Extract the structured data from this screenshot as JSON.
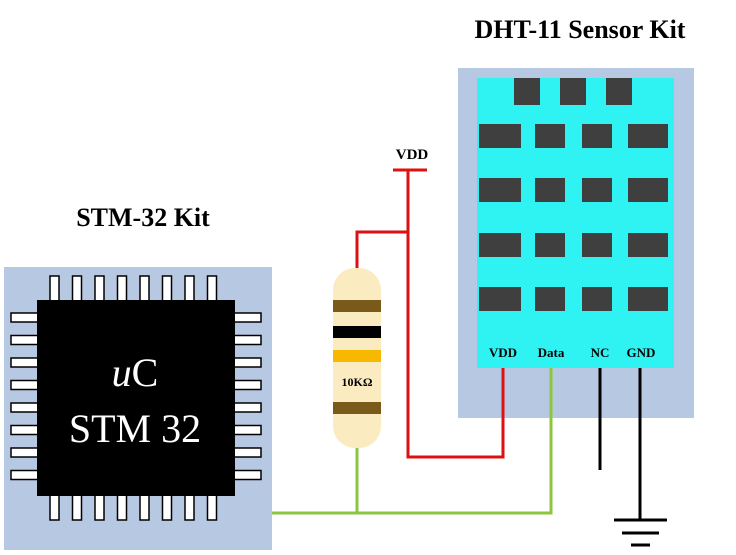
{
  "sensor": {
    "title": "DHT-11 Sensor Kit",
    "pins": [
      "VDD",
      "Data",
      "NC",
      "GND"
    ]
  },
  "mcu": {
    "title": "STM-32 Kit",
    "chip_line1_italic": "u",
    "chip_line1_rest": "C",
    "chip_line2": "STM 32"
  },
  "power": {
    "label": "VDD"
  },
  "resistor": {
    "label": "10KΩ"
  },
  "colors": {
    "kit_background": "#b7c9e2",
    "sensor_face": "#2ff3f3",
    "sensor_slots": "#3f3f3f",
    "chip": "#000000",
    "vdd_wire": "#dd1111",
    "data_wire": "#8cc63f",
    "ground_wire": "#000000",
    "resistor_body": "#faebc0",
    "band_brown": "#7a5a1a",
    "band_black": "#000000",
    "band_orange": "#f6b800"
  }
}
